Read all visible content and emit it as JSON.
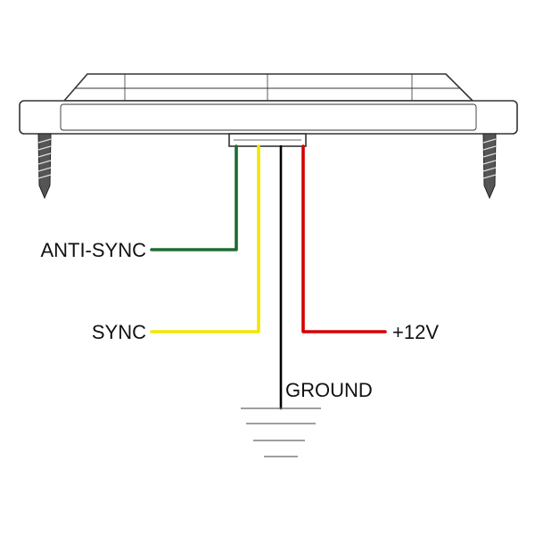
{
  "labels": {
    "anti_sync": "ANTI-SYNC",
    "sync": "SYNC",
    "power": "+12V",
    "ground": "GROUND"
  },
  "wires": {
    "anti_sync": {
      "color": "#1e6b32"
    },
    "sync": {
      "color": "#f2e600"
    },
    "power": {
      "color": "#d40000"
    },
    "ground": {
      "color": "#000000"
    }
  },
  "colors": {
    "outline": "#333333",
    "housing_fill": "#ffffff",
    "screw_fill": "#555555"
  }
}
